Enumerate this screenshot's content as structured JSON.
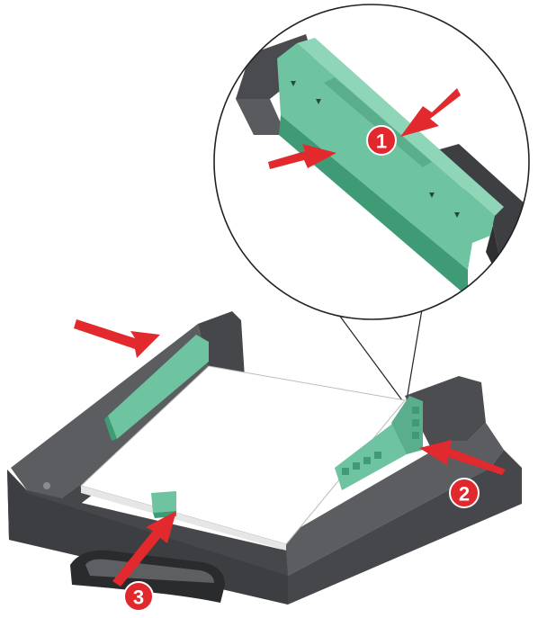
{
  "callouts": [
    {
      "label": "1"
    },
    {
      "label": "2"
    },
    {
      "label": "3"
    }
  ],
  "colors": {
    "tray_dark": "#46474a",
    "tray_mid": "#5c5d60",
    "tray_light": "#77787b",
    "guide_green": "#6ec3a0",
    "guide_green_dark": "#3f9a76",
    "arrow_red": "#e2292e",
    "badge_red": "#e0282d",
    "paper": "#ffffff"
  }
}
